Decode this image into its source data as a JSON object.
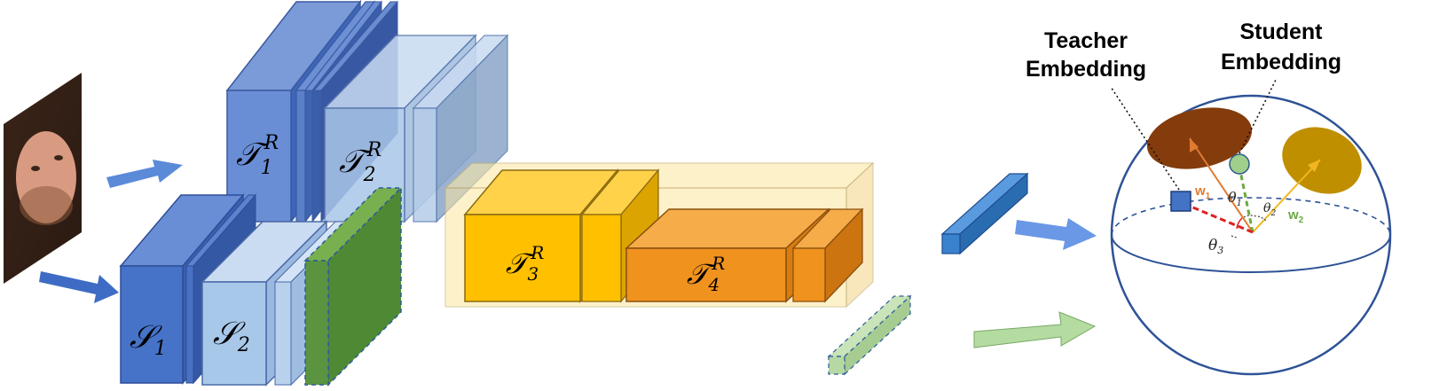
{
  "labels": {
    "teacher_block_1": {
      "base": "𝒯",
      "sub": "1",
      "sup": "R"
    },
    "teacher_block_2": {
      "base": "𝒯",
      "sub": "2",
      "sup": "R"
    },
    "teacher_block_3": {
      "base": "𝒯",
      "sub": "3",
      "sup": "R"
    },
    "teacher_block_4": {
      "base": "𝒯",
      "sub": "4",
      "sup": "R"
    },
    "student_block_1": {
      "base": "𝒮",
      "sub": "1"
    },
    "student_block_2": {
      "base": "𝒮",
      "sub": "2"
    }
  },
  "embedding_space": {
    "teacher_label_line1": "Teacher",
    "teacher_label_line2": "Embedding",
    "student_label_line1": "Student",
    "student_label_line2": "Embedding",
    "w1": {
      "base": "w",
      "sub": "1"
    },
    "w2": {
      "base": "w",
      "sub": "2"
    },
    "theta1": {
      "base": "θ",
      "sub": "1"
    },
    "theta2": {
      "base": "θ",
      "sub": "2"
    },
    "theta3": {
      "base": "θ",
      "sub": "3"
    }
  },
  "colors": {
    "teacher_dark": "#4a72c4",
    "teacher_light": "#a9c6e8",
    "student_dark": "#4673c8",
    "student_light": "#a8c8ea",
    "green_feature": "#5a9440",
    "yellow_block": "#ffc000",
    "orange_block": "#f0921e",
    "class1": "#843c0c",
    "class2": "#bf8f00",
    "w1_arrow": "#e07b32",
    "w2_arrow": "#f2b720",
    "theta3_line": "#e02020",
    "student_dot": "#9fcf8a",
    "teacher_square": "#4472c4"
  }
}
